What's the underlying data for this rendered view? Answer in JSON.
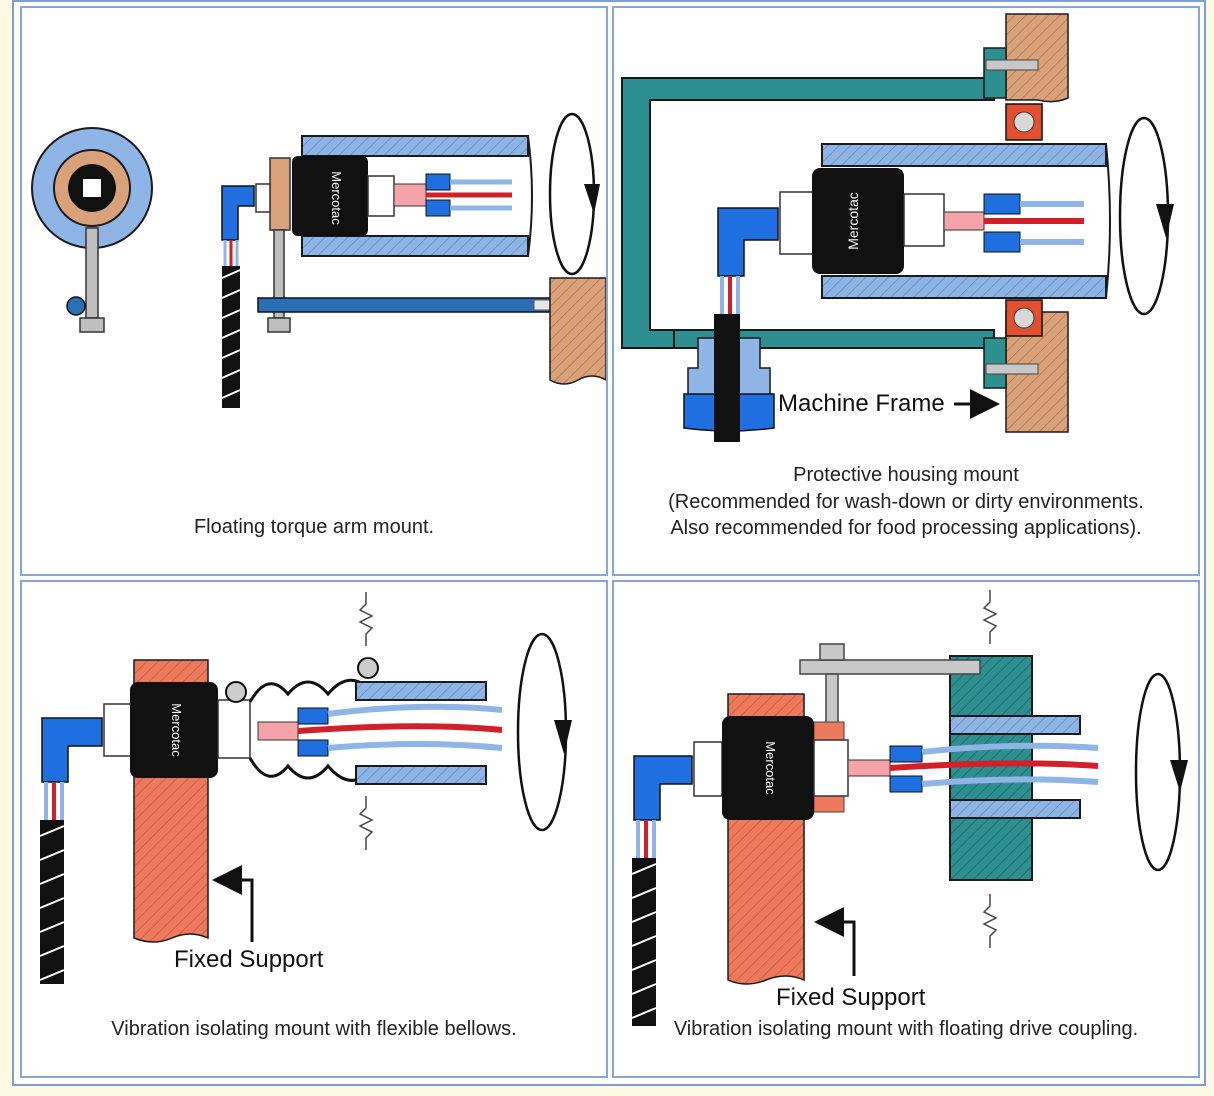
{
  "panels": [
    {
      "caption": "Floating torque arm mount."
    },
    {
      "caption_line1": "Protective housing mount",
      "caption_line2": "(Recommended for wash-down or dirty environments.",
      "caption_line3": "Also recommended for food processing applications).",
      "callout": "Machine Frame"
    },
    {
      "caption": "Vibration isolating mount with flexible bellows.",
      "callout": "Fixed Support"
    },
    {
      "caption": "Vibration isolating mount with floating drive coupling.",
      "callout": "Fixed Support"
    }
  ],
  "brand": "Mercotac",
  "colors": {
    "frame_border": "#8aa6d4",
    "shaft_blue": "#8fb4e6",
    "wood": "#d9a27a",
    "support_red": "#ee7a5e",
    "teal": "#2e8f90",
    "connector_blue": "#1f6fe0",
    "wire_red": "#d0202a"
  }
}
